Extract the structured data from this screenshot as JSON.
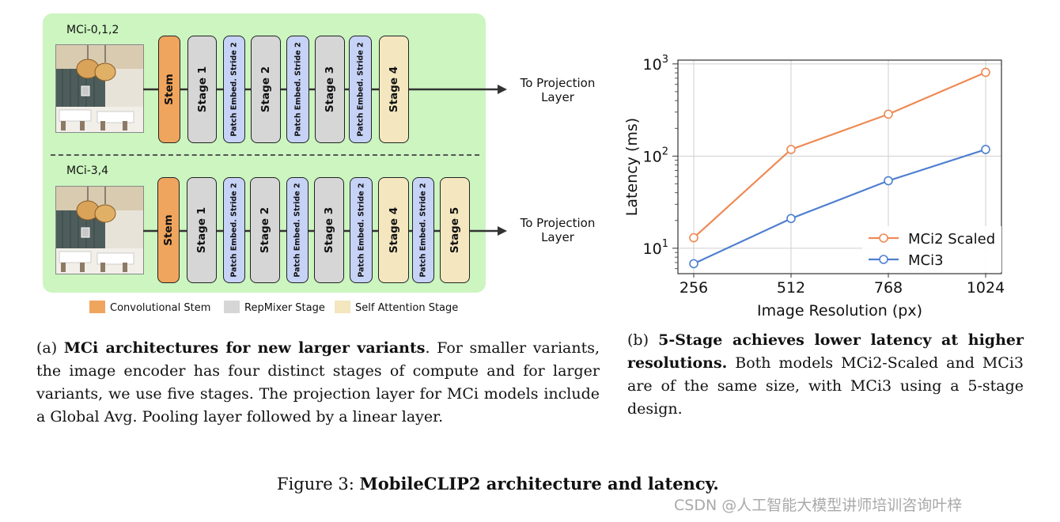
{
  "diagram": {
    "variants": [
      {
        "label": "MCi-0,1,2",
        "blocks": [
          {
            "type": "stem",
            "label": "Stem"
          },
          {
            "type": "stage",
            "label": "Stage 1"
          },
          {
            "type": "patch",
            "label": "Patch Embed. Stride 2"
          },
          {
            "type": "stage",
            "label": "Stage 2"
          },
          {
            "type": "patch",
            "label": "Patch Embed. Stride 2"
          },
          {
            "type": "stage",
            "label": "Stage 3"
          },
          {
            "type": "patch",
            "label": "Patch Embed. Stride 2"
          },
          {
            "type": "sa",
            "label": "Stage 4"
          }
        ],
        "output": "To Projection\nLayer"
      },
      {
        "label": "MCi-3,4",
        "blocks": [
          {
            "type": "stem",
            "label": "Stem"
          },
          {
            "type": "stage",
            "label": "Stage 1"
          },
          {
            "type": "patch",
            "label": "Patch Embed. Stride 2"
          },
          {
            "type": "stage",
            "label": "Stage 2"
          },
          {
            "type": "patch",
            "label": "Patch Embed. Stride 2"
          },
          {
            "type": "stage",
            "label": "Stage 3"
          },
          {
            "type": "patch",
            "label": "Patch Embed. Stride 2"
          },
          {
            "type": "sa",
            "label": "Stage 4"
          },
          {
            "type": "patch",
            "label": "Patch Embed. Stride 2"
          },
          {
            "type": "sa",
            "label": "Stage 5"
          }
        ],
        "output": "To Projection\nLayer"
      }
    ],
    "legend": [
      {
        "label": "Convolutional Stem",
        "color": "#f0a55e"
      },
      {
        "label": "RepMixer Stage",
        "color": "#d6d6d6"
      },
      {
        "label": "Self Attention Stage",
        "color": "#f4e6bf"
      }
    ],
    "colors": {
      "panel": "#ccf5c0",
      "stem": "#f0a55e",
      "stage": "#d6d6d6",
      "sa": "#f4e6bf",
      "patch": "#c6d2f6"
    }
  },
  "caption_a": {
    "tag": "(a)",
    "bold": "MCi architectures for new larger variants",
    "text": ". For smaller variants, the image encoder has four distinct stages of compute and for larger variants, we use five stages. The projection layer for MCi models include a Global Avg. Pooling layer followed by a linear layer."
  },
  "caption_b": {
    "tag": "(b)",
    "bold": "5-Stage achieves lower latency at higher resolutions.",
    "text": " Both models MCi2-Scaled and MCi3 are of the same size, with MCi3 using a 5-stage design."
  },
  "figure_caption": {
    "prefix": "Figure 3: ",
    "bold": "MobileCLIP2 architecture and latency."
  },
  "watermark": "CSDN @人工智能大模型讲师培训咨询叶梓",
  "chart_data": {
    "type": "line",
    "x": [
      256,
      512,
      768,
      1024
    ],
    "xticks": [
      "256",
      "512",
      "768",
      "1024"
    ],
    "xlabel": "Image Resolution (px)",
    "ylabel": "Latency (ms)",
    "yscale": "log",
    "yticks": [
      10,
      100,
      1000
    ],
    "ylim": [
      5.3,
      1100
    ],
    "grid": true,
    "legend_position": "lower-right",
    "series": [
      {
        "name": "MCi2 Scaled",
        "color": "#ee8a55",
        "values": [
          13,
          118,
          285,
          810
        ]
      },
      {
        "name": "MCi3",
        "color": "#4f7fd0",
        "values": [
          6.8,
          21,
          54,
          118
        ]
      }
    ]
  }
}
